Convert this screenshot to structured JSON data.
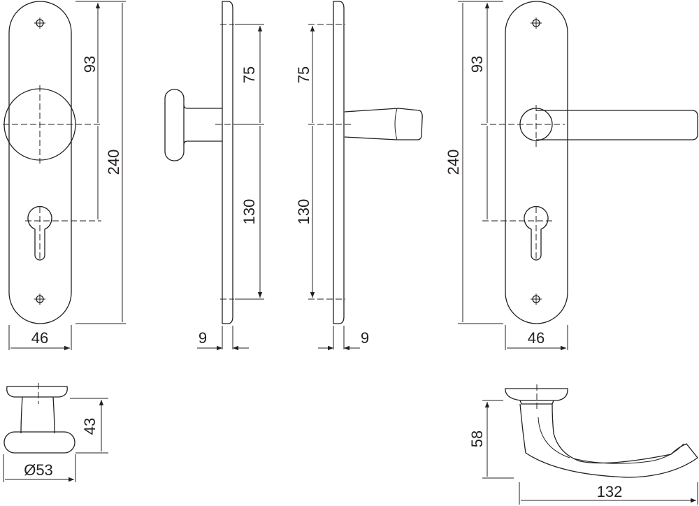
{
  "drawing": {
    "knob_front": {
      "height": "240",
      "spindle_to_top": "93",
      "width": "46"
    },
    "knob_side": {
      "upper": "75",
      "lower": "130",
      "thickness": "9"
    },
    "lever_side": {
      "upper": "75",
      "lower": "130",
      "thickness": "9"
    },
    "lever_front": {
      "height": "240",
      "spindle_to_top": "93",
      "width": "46"
    },
    "knob_profile": {
      "height": "43",
      "diameter": "Ø53"
    },
    "lever_profile": {
      "height": "58",
      "length": "132"
    }
  },
  "colors": {
    "line": "#231f20",
    "background": "#ffffff"
  }
}
